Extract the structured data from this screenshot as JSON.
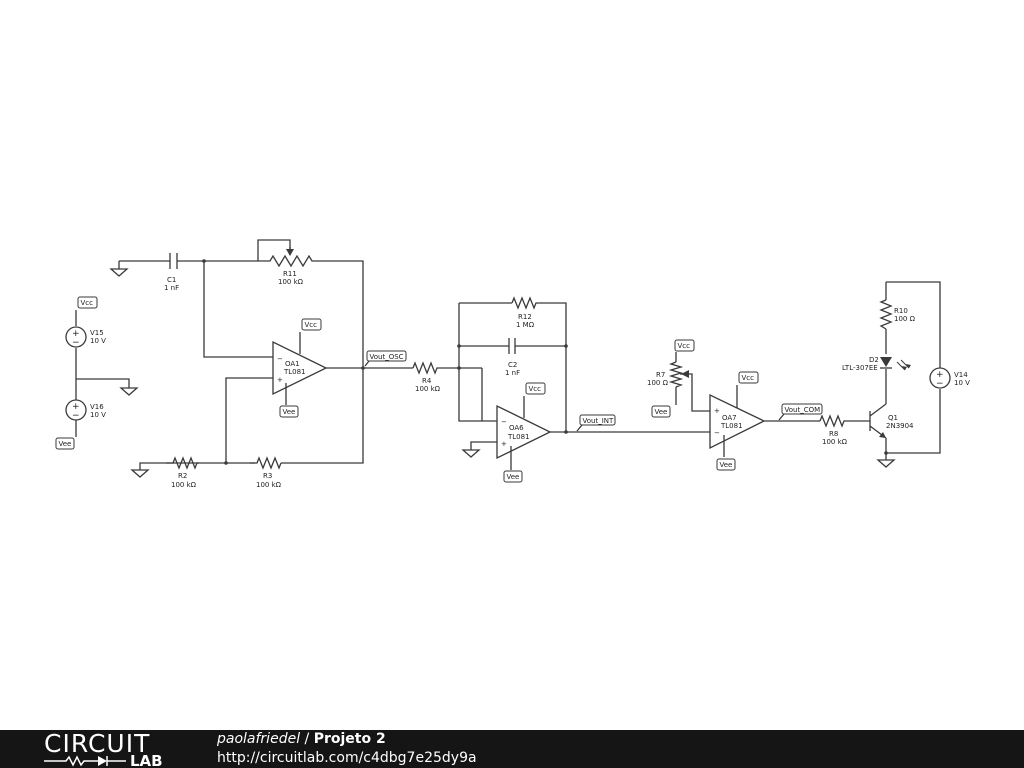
{
  "components": {
    "c1": {
      "name": "C1",
      "value": "1 nF"
    },
    "r11": {
      "name": "R11",
      "value": "100 kΩ"
    },
    "v15": {
      "name": "V15",
      "value": "10 V"
    },
    "v16": {
      "name": "V16",
      "value": "10 V"
    },
    "oa1": {
      "name": "OA1",
      "model": "TL081"
    },
    "r2": {
      "name": "R2",
      "value": "100 kΩ"
    },
    "r3": {
      "name": "R3",
      "value": "100 kΩ"
    },
    "r4": {
      "name": "R4",
      "value": "100 kΩ"
    },
    "r12": {
      "name": "R12",
      "value": "1 MΩ"
    },
    "c2": {
      "name": "C2",
      "value": "1 nF"
    },
    "oa6": {
      "name": "OA6",
      "model": "TL081"
    },
    "r7": {
      "name": "R7",
      "value": "100 Ω"
    },
    "oa7": {
      "name": "OA7",
      "model": "TL081"
    },
    "r8": {
      "name": "R8",
      "value": "100 kΩ"
    },
    "r10": {
      "name": "R10",
      "value": "100 Ω"
    },
    "d2": {
      "name": "D2",
      "model": "LTL-307EE"
    },
    "q1": {
      "name": "Q1",
      "model": "2N3904"
    },
    "v14": {
      "name": "V14",
      "value": "10 V"
    }
  },
  "nets": {
    "vcc": "Vcc",
    "vee": "Vee",
    "vout_osc": "Vout_OSC",
    "vout_int": "Vout_INT",
    "vout_com": "Vout_COM"
  },
  "opamp_pins": {
    "minus": "−",
    "plus": "+"
  },
  "footer": {
    "logo_top": "CIRCUIT",
    "logo_bottom": "LAB",
    "author": "paolafriedel",
    "separator": " / ",
    "project": "Projeto 2",
    "url": "http://circuitlab.com/c4dbg7e25dy9a"
  }
}
